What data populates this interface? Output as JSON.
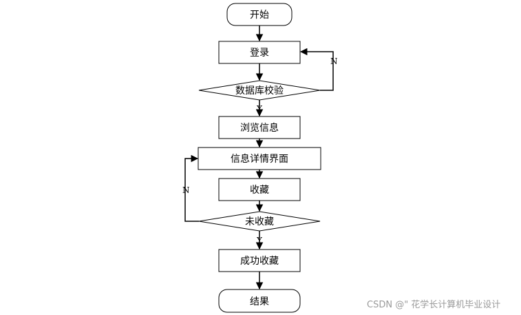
{
  "nodes": {
    "start": "开始",
    "login": "登录",
    "db_check": "数据库校验",
    "browse": "浏览信息",
    "detail": "信息详情界面",
    "favorite": "收藏",
    "not_favorited": "未收藏",
    "success": "成功收藏",
    "end": "结果"
  },
  "labels": {
    "login_no": "N",
    "login_yes": "Y",
    "fav_no": "N",
    "fav_yes": "Y"
  },
  "watermark": "CSDN @\" 花学长计算机毕业设计"
}
